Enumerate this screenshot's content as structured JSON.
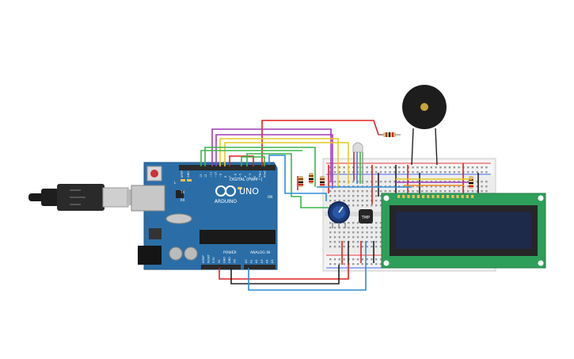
{
  "arduino": {
    "brand": "ARDUINO",
    "model": "UNO",
    "digital_header": "DIGITAL (PWM~)",
    "power_header": "POWER",
    "analog_header": "ANALOG IN",
    "aref": "AREF",
    "gnd": "GND",
    "tx": "TX",
    "rx": "RX",
    "on": "ON",
    "l": "L",
    "pins_digital": [
      "13",
      "12",
      "~11",
      "~10",
      "~9",
      "8",
      "7",
      "~6",
      "~5",
      "4",
      "~3",
      "2",
      "TX▸1",
      "RX◂0"
    ],
    "pins_power": [
      "IOREF",
      "RESET",
      "3.3V",
      "5V",
      "GND",
      "GND",
      "Vin"
    ],
    "pins_analog": [
      "A0",
      "A1",
      "A2",
      "A3",
      "A4",
      "A5"
    ]
  },
  "sensor": {
    "label": "TMP"
  },
  "colors": {
    "board": "#2b6ea7",
    "board_dark": "#1f5688",
    "breadboard": "#e9e9e9",
    "lcd_pcb": "#2e9e5b",
    "lcd_screen": "#1e2a4a",
    "wire_red": "#e02020",
    "wire_black": "#222222",
    "wire_green": "#3ab54a",
    "wire_yellow": "#e6cc1f",
    "wire_purple": "#a03cb4",
    "wire_blue": "#2f8bd6",
    "wire_gray": "#9a9a9a",
    "wire_orange": "#f08a1d",
    "buzzer": "#1d1d1d"
  }
}
